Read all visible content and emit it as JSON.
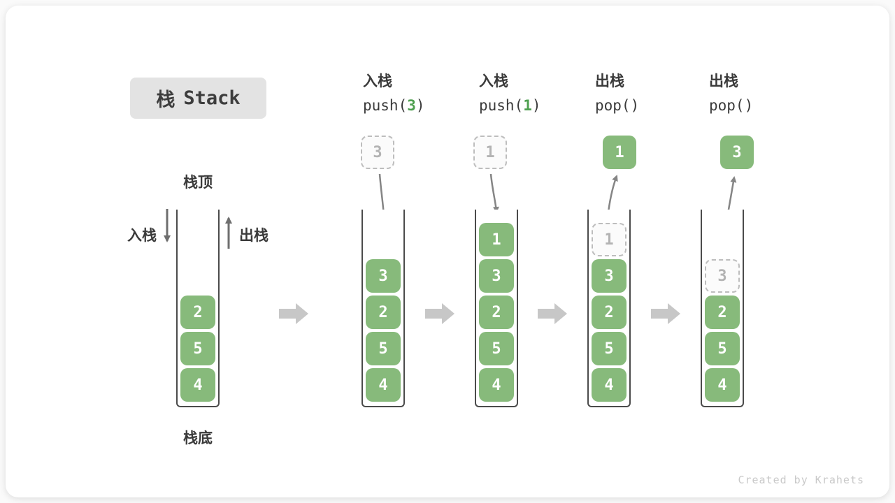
{
  "title": {
    "zh": "栈",
    "en": "Stack"
  },
  "watermark": "Created by Krahets",
  "legend": {
    "stack_top": "栈顶",
    "stack_bottom": "栈底",
    "push": "入栈",
    "pop": "出栈"
  },
  "colors": {
    "box_green": "#87ba7b",
    "code_arg_green": "#4fa050",
    "block_arrow_gray": "#c7c7c7",
    "line_arrow_gray": "#858585",
    "side_arrow_gray": "#6e6e6e",
    "dashed_border_gray": "#bdbdbd",
    "title_bg": "#e3e3e3",
    "text_dark": "#3a3a3a"
  },
  "steps": [
    {
      "name": "initial",
      "cells": [
        {
          "value": "2",
          "row": 2,
          "variant": "solid"
        },
        {
          "value": "5",
          "row": 3,
          "variant": "solid"
        },
        {
          "value": "4",
          "row": 4,
          "variant": "solid"
        }
      ]
    },
    {
      "name": "push-3",
      "op": "入栈",
      "code": {
        "pre": "push(",
        "arg": "3",
        "post": ")"
      },
      "float": {
        "value": "3",
        "variant": "dashed"
      },
      "cells": [
        {
          "value": "3",
          "row": 1,
          "variant": "solid"
        },
        {
          "value": "2",
          "row": 2,
          "variant": "solid"
        },
        {
          "value": "5",
          "row": 3,
          "variant": "solid"
        },
        {
          "value": "4",
          "row": 4,
          "variant": "solid"
        }
      ]
    },
    {
      "name": "push-1",
      "op": "入栈",
      "code": {
        "pre": "push(",
        "arg": "1",
        "post": ")"
      },
      "float": {
        "value": "1",
        "variant": "dashed"
      },
      "cells": [
        {
          "value": "1",
          "row": 0,
          "variant": "solid"
        },
        {
          "value": "3",
          "row": 1,
          "variant": "solid"
        },
        {
          "value": "2",
          "row": 2,
          "variant": "solid"
        },
        {
          "value": "5",
          "row": 3,
          "variant": "solid"
        },
        {
          "value": "4",
          "row": 4,
          "variant": "solid"
        }
      ]
    },
    {
      "name": "pop-1",
      "op": "出栈",
      "code": {
        "pre": "pop()",
        "arg": "",
        "post": ""
      },
      "float": {
        "value": "1",
        "variant": "solid"
      },
      "cells": [
        {
          "value": "1",
          "row": 0,
          "variant": "dashed"
        },
        {
          "value": "3",
          "row": 1,
          "variant": "solid"
        },
        {
          "value": "2",
          "row": 2,
          "variant": "solid"
        },
        {
          "value": "5",
          "row": 3,
          "variant": "solid"
        },
        {
          "value": "4",
          "row": 4,
          "variant": "solid"
        }
      ]
    },
    {
      "name": "pop-3",
      "op": "出栈",
      "code": {
        "pre": "pop()",
        "arg": "",
        "post": ""
      },
      "float": {
        "value": "3",
        "variant": "solid"
      },
      "cells": [
        {
          "value": "3",
          "row": 1,
          "variant": "dashed"
        },
        {
          "value": "2",
          "row": 2,
          "variant": "solid"
        },
        {
          "value": "5",
          "row": 3,
          "variant": "solid"
        },
        {
          "value": "4",
          "row": 4,
          "variant": "solid"
        }
      ]
    }
  ]
}
